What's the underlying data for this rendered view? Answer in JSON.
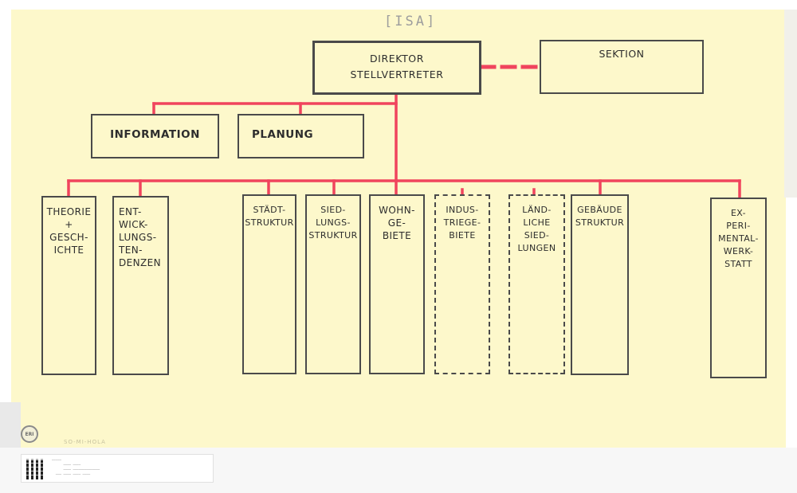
{
  "title": "[ISA]",
  "top": {
    "director_lines": [
      "DIREKTOR",
      "STELLVERTRETER"
    ],
    "section": "SEKTION"
  },
  "staff": [
    {
      "label": "INFORMATION"
    },
    {
      "label": "PLANUNG"
    }
  ],
  "departments": [
    {
      "lines": [
        "THEORIE",
        "+",
        "GESCH-",
        "ICHTE"
      ],
      "style": "solid"
    },
    {
      "lines": [
        "ENT-",
        "WICK-",
        "LUNGS-",
        "TEN-",
        "DENZEN"
      ],
      "style": "solid"
    },
    {
      "lines": [
        "STÄDT-",
        "STRUKTUR"
      ],
      "style": "solid"
    },
    {
      "lines": [
        "SIED-",
        "LUNGS-",
        "STRUKTUR"
      ],
      "style": "solid"
    },
    {
      "lines": [
        "WOHN-",
        "GE-",
        "BIETE"
      ],
      "style": "solid"
    },
    {
      "lines": [
        "INDUS-",
        "TRIEGE-",
        "BIETE"
      ],
      "style": "dashed"
    },
    {
      "lines": [
        "LÄND-",
        "LICHE",
        "SIED-",
        "LUNGEN"
      ],
      "style": "dashed"
    },
    {
      "lines": [
        "GEBÄUDE",
        "STRUKTUR"
      ],
      "style": "solid"
    },
    {
      "lines": [
        "EX-",
        "PERI-",
        "MENTAL-",
        "WERK-",
        "STATT"
      ],
      "style": "solid"
    }
  ],
  "stamp_text": "ERI",
  "archive_mark": "SO-MI-HOLA",
  "colors": {
    "connector": "#f0445d",
    "box_border": "#4a4a4a",
    "paper": "#fdf8cb"
  }
}
